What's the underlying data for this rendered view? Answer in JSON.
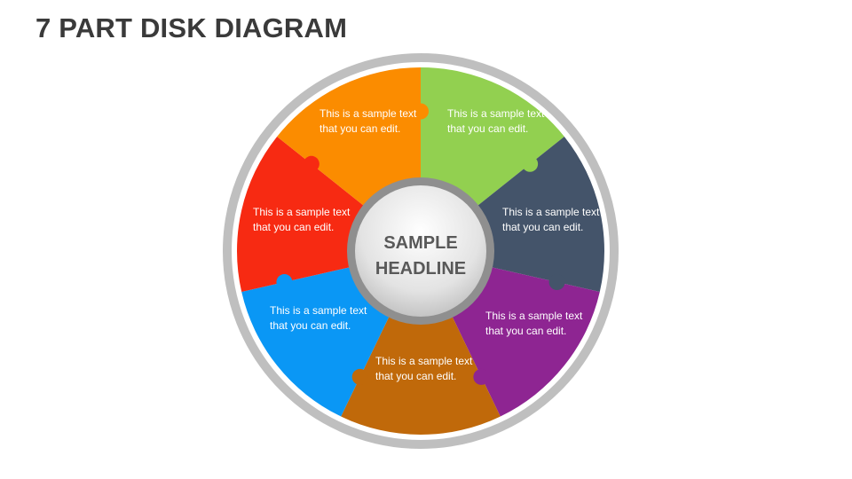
{
  "title": "7 PART DISK DIAGRAM",
  "center": {
    "line1": "SAMPLE",
    "line2": "HEADLINE"
  },
  "segments": [
    {
      "color": "#92d050",
      "text": "This is a sample text that you can edit."
    },
    {
      "color": "#44546a",
      "text": "This is a sample text that you can edit."
    },
    {
      "color": "#8e2592",
      "text": "This is a sample text that you can edit."
    },
    {
      "color": "#c0690a",
      "text": "This is a sample text that you can edit."
    },
    {
      "color": "#0a97f5",
      "text": "This is a sample text that you can edit."
    },
    {
      "color": "#f72a12",
      "text": "This is a sample text that you can edit."
    },
    {
      "color": "#fb8c00",
      "text": "This is a sample text that you can edit."
    }
  ],
  "colors": {
    "ring": "#c0c0c0",
    "hub": "#e6e6e6",
    "hub_ring": "#8f8f8f",
    "title": "#3a3a3a"
  }
}
